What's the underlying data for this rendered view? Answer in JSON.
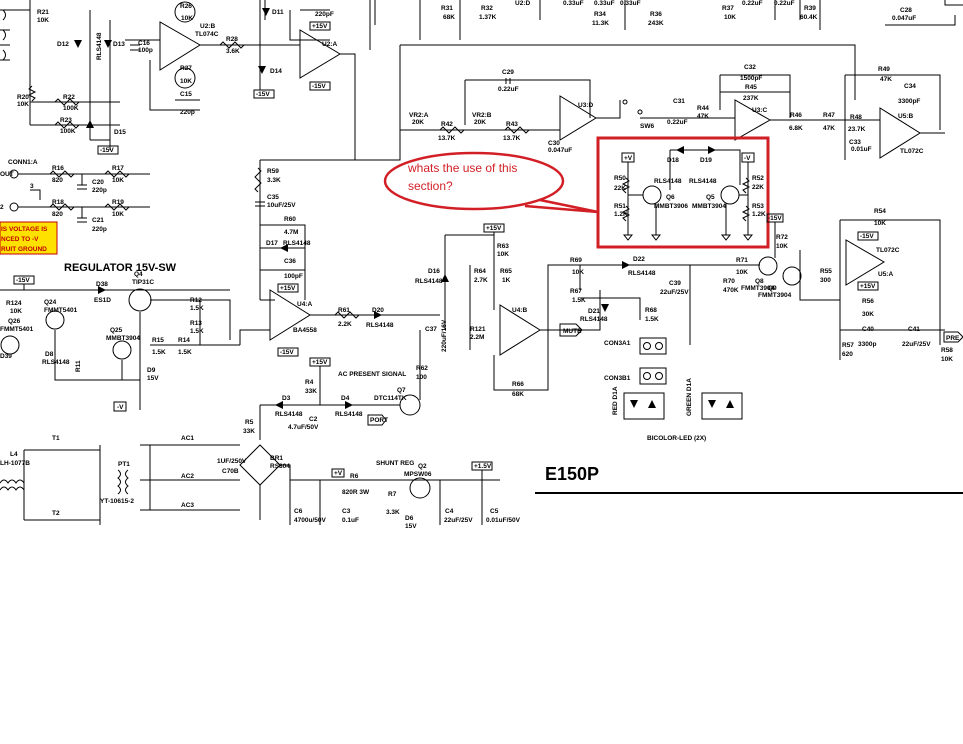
{
  "board_title": "E150P",
  "annotation": {
    "line1": "whats the use of this",
    "line2": "section?",
    "color": "#d21f26"
  },
  "sections": {
    "regulator": "REGULATOR 15V-SW",
    "ac_present": "AC PRESENT SIGNAL",
    "shunt_reg": "SHUNT REG",
    "bicolor_led": "BICOLOR-LED (2X)"
  },
  "warning_note": {
    "line1": "IS VOLTAGE IS",
    "line2": "NCED TO -V",
    "line3": "RUIT GROUND",
    "background": "#ffe100"
  },
  "rails": {
    "pos15": "+15V",
    "neg15": "-15V",
    "pos_v": "+V",
    "neg_v": "-V",
    "pos_15v_alt": "+1.5V"
  },
  "nets": {
    "mute": "MUTE",
    "port": "PORT",
    "pre": "PRE",
    "sw6": "SW6",
    "conn": "CONN1:A",
    "con3a1": "CON3A1",
    "con3b1": "CON3B1",
    "out": "OUT"
  },
  "highlighted_section": {
    "d18": "D18",
    "d18_part": "RLS4148",
    "d19": "D19",
    "d19_part": "RLS4148",
    "r50": "R50",
    "r50_val": "22K",
    "r51": "R51",
    "r51_val": "1.2K",
    "r52": "R52",
    "r52_val": "22K",
    "r53": "R53",
    "r53_val": "1.2K",
    "q6": "Q6",
    "q6_part": "MMBT3906",
    "q5": "Q5",
    "q5_part": "MMBT3904",
    "pos": "+V",
    "neg": "-V"
  },
  "ics": {
    "u2b": "U2:B",
    "u2b_part": "TL074C",
    "u2a": "U2:A",
    "u2d": "U2:D",
    "u3d": "U3:D",
    "u3c": "U3:C",
    "u4a": "U4:A",
    "u4a_part": "BA4558",
    "u4b": "U4:B",
    "u5b": "U5:B",
    "u5b_part": "TL072C",
    "u5a": "U5:A",
    "u5a_part": "TL072C"
  },
  "parts_top_left": {
    "r21": "R21",
    "r21v": "10K",
    "r26": "R26",
    "r26v": "10K",
    "r27": "R27",
    "r27v": "10K",
    "d12": "D12",
    "d13": "D13",
    "d15": "D15",
    "c16": "C16",
    "c16v": "100p",
    "c15": "C15",
    "c15v": "220p",
    "r22": "R22",
    "r22v": "100K",
    "r23": "R23",
    "r23v": "100K",
    "r20": "R20",
    "r20v": "10K",
    "r28": "R28",
    "r28v": "3.6K",
    "d11": "D11",
    "d14": "D14",
    "c_top": "220pF",
    "rls": "RLS4148"
  },
  "parts_top_mid": {
    "r31": "R31",
    "r31v": "68K",
    "r32": "R32",
    "r32v": "1.37K",
    "r34": "R34",
    "r34v": "11.3K",
    "r36": "R36",
    "r36v": "243K",
    "c_a": "0.33uF",
    "c_b": "0.33uF",
    "c_c": "0.33uF",
    "r37": "R37",
    "r37v": "10K",
    "c_d": "0.22uF",
    "c_e": "0.22uF",
    "r39": "R39",
    "r39v": "60.4K",
    "c28": "C28",
    "c28v": "0.047uF",
    "r49": "R49",
    "r49v": "47K",
    "c34": "C34",
    "c34v": "3300pF"
  },
  "parts_filter": {
    "c29": "C29",
    "c29v": "0.22uF",
    "vr2a": "VR2:A",
    "vr2av": "20K",
    "vr2b": "VR2:B",
    "vr2bv": "20K",
    "r42": "R42",
    "r42v": "13.7K",
    "r43": "R43",
    "r43v": "13.7K",
    "c30": "C30",
    "c30v": "0.047uF",
    "c31": "C31",
    "c31v": "0.22uF",
    "r44": "R44",
    "r44v": "47K",
    "c32": "C32",
    "c32v": "1500pF",
    "r45": "R45",
    "r45v": "237K",
    "r46": "R46",
    "r46v": "6.8K",
    "r47": "R47",
    "r47v": "47K",
    "r48": "R48",
    "r48v": "23.7K",
    "c33": "C33",
    "c33v": "0.01uF"
  },
  "parts_left": {
    "r16": "R16",
    "r16v": "820",
    "r17": "R17",
    "r17v": "10K",
    "r18": "R18",
    "r18v": "820",
    "r19": "R19",
    "r19v": "10K",
    "c20": "C20",
    "c20v": "220p",
    "c21": "C21",
    "c21v": "220p"
  },
  "parts_mid": {
    "r59": "R59",
    "r59v": "3.3K",
    "c35": "C35",
    "c35v": "10uF/25V",
    "r60": "R60",
    "r60v": "4.7M",
    "d17": "D17",
    "c36": "C36",
    "c36v": "100pF",
    "r61": "R61",
    "r61v": "2.2K",
    "d20": "D20",
    "r63": "R63",
    "r63v": "10K",
    "d16": "D16",
    "r64": "R64",
    "r64v": "2.7K",
    "r65": "R65",
    "r65v": "1K",
    "c37": "C37",
    "c37v": "220uF/16V",
    "r121": "R121",
    "r121v": "2.2M",
    "r66": "R66",
    "r66v": "68K",
    "r62": "R62",
    "r62v": "100",
    "q7": "Q7",
    "q7p": "DTC114TK",
    "d3": "D3",
    "d4": "D4",
    "r4": "R4",
    "r4v": "33K",
    "r5": "R5",
    "r5v": "33K",
    "c2": "C2",
    "c2v": "4.7uF/50V"
  },
  "parts_right": {
    "r69": "R69",
    "r69v": "10K",
    "d22": "D22",
    "r67": "R67",
    "r67v": "1.5K",
    "d21": "D21",
    "r68": "R68",
    "r68v": "1.5K",
    "c39": "C39",
    "c39v": "22uF/25V",
    "r70": "R70",
    "r70v": "470K",
    "r71": "R71",
    "r71v": "10K",
    "q8": "Q8",
    "q8p": "FMMT3904",
    "q9": "Q9",
    "q9p": "FMMT3904",
    "r72": "R72",
    "r72v": "10K",
    "r54": "R54",
    "r54v": "10K",
    "r55": "R55",
    "r55v": "300",
    "r56": "R56",
    "r56v": "30K",
    "c40": "C40",
    "c40v": "3300p",
    "c41": "C41",
    "c41v": "22uF/25V",
    "r57": "R57",
    "r57v": "620",
    "r58": "R58",
    "r58v": "10K",
    "led_red": "RED D1A",
    "led_green": "GREEN D1A"
  },
  "parts_regulator": {
    "d38": "D38",
    "d38p": "ES1D",
    "q4": "Q4",
    "q4p": "TIP31C",
    "r124": "R124",
    "r124v": "10K",
    "q24": "Q24",
    "q24p": "FMMT5401",
    "q26": "Q26",
    "q26p": "FMMT5401",
    "q25": "Q25",
    "q25p": "MMBT3904",
    "d39": "D39",
    "d8": "D8",
    "r11": "R11",
    "d9": "D9",
    "d9v": "15V",
    "r12": "R12",
    "r12v": "1.5K",
    "r13": "R13",
    "r13v": "1.5K",
    "r15": "R15",
    "r15v": "1.5K",
    "r14": "R14",
    "r14v": "1.5K"
  },
  "parts_power": {
    "l4": "L4",
    "l4p": "LH-1077B",
    "t1": "T1",
    "t2": "T2",
    "pt1": "PT1",
    "pt1p": "YT-10615-2",
    "ac1": "AC1",
    "ac2": "AC2",
    "ac3": "AC3",
    "c7": "1UF/250V",
    "c7n": "C70B",
    "br1": "BR1",
    "br1p": "RS804",
    "c6": "C6",
    "c6v": "4700u/50V",
    "r6": "R6",
    "r6v": "820R 3W",
    "c3": "C3",
    "c3v": "0.1uF",
    "r7": "R7",
    "r7v": "3.3K",
    "q2": "Q2",
    "q2p": "MPSW06",
    "d6": "D6",
    "d6v": "15V",
    "c4": "C4",
    "c4v": "22uF/25V",
    "c5": "C5",
    "c5v": "0.01uF/50V"
  }
}
